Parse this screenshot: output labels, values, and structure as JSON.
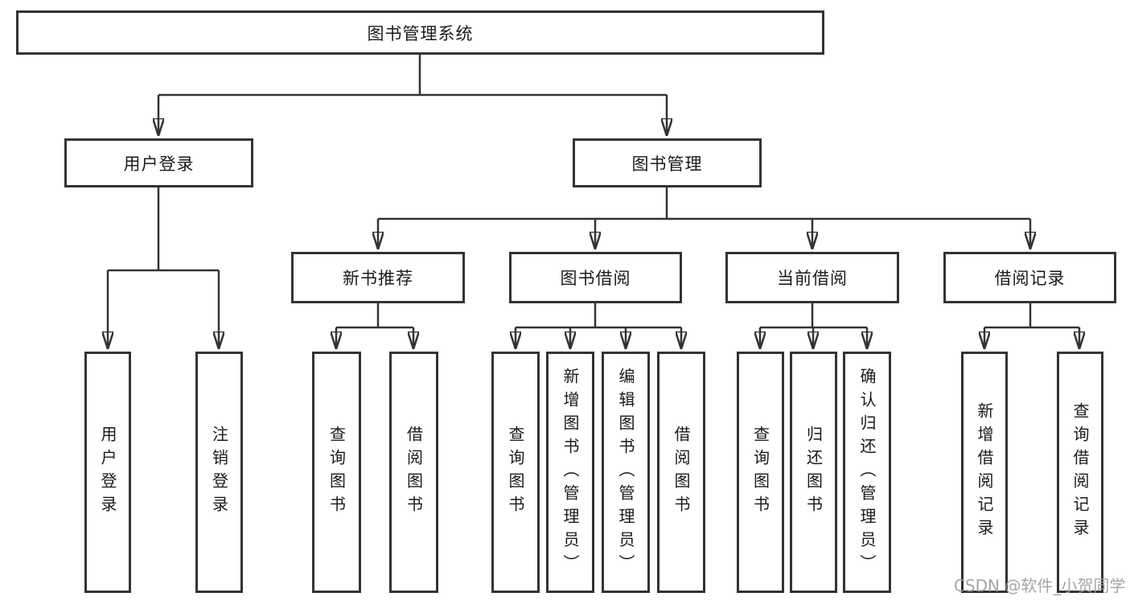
{
  "diagram": {
    "title": "图书管理系统",
    "root": {
      "label": "图书管理系统"
    },
    "level2": [
      {
        "label": "用户登录"
      },
      {
        "label": "图书管理"
      }
    ],
    "level3": [
      {
        "label": "新书推荐",
        "parent": "图书管理"
      },
      {
        "label": "图书借阅",
        "parent": "图书管理"
      },
      {
        "label": "当前借阅",
        "parent": "图书管理"
      },
      {
        "label": "借阅记录",
        "parent": "图书管理"
      }
    ],
    "leaves": [
      {
        "label": "用户登录",
        "parent": "用户登录"
      },
      {
        "label": "注销登录",
        "parent": "用户登录"
      },
      {
        "label": "查询图书",
        "parent": "新书推荐"
      },
      {
        "label": "借阅图书",
        "parent": "新书推荐"
      },
      {
        "label": "查询图书",
        "parent": "图书借阅"
      },
      {
        "label": "新增图书（管理员）",
        "parent": "图书借阅"
      },
      {
        "label": "编辑图书（管理员）",
        "parent": "图书借阅"
      },
      {
        "label": "借阅图书",
        "parent": "图书借阅"
      },
      {
        "label": "查询图书",
        "parent": "当前借阅"
      },
      {
        "label": "归还图书",
        "parent": "当前借阅"
      },
      {
        "label": "确认归还（管理员）",
        "parent": "当前借阅"
      },
      {
        "label": "新增借阅记录",
        "parent": "借阅记录"
      },
      {
        "label": "查询借阅记录",
        "parent": "借阅记录"
      }
    ],
    "watermark": "CSDN @软件_小贺同学",
    "colors": {
      "line": "#333333",
      "box_border": "#333333",
      "text": "#1a1a1a",
      "watermark": "#9e9e9e",
      "background": "#ffffff"
    }
  }
}
